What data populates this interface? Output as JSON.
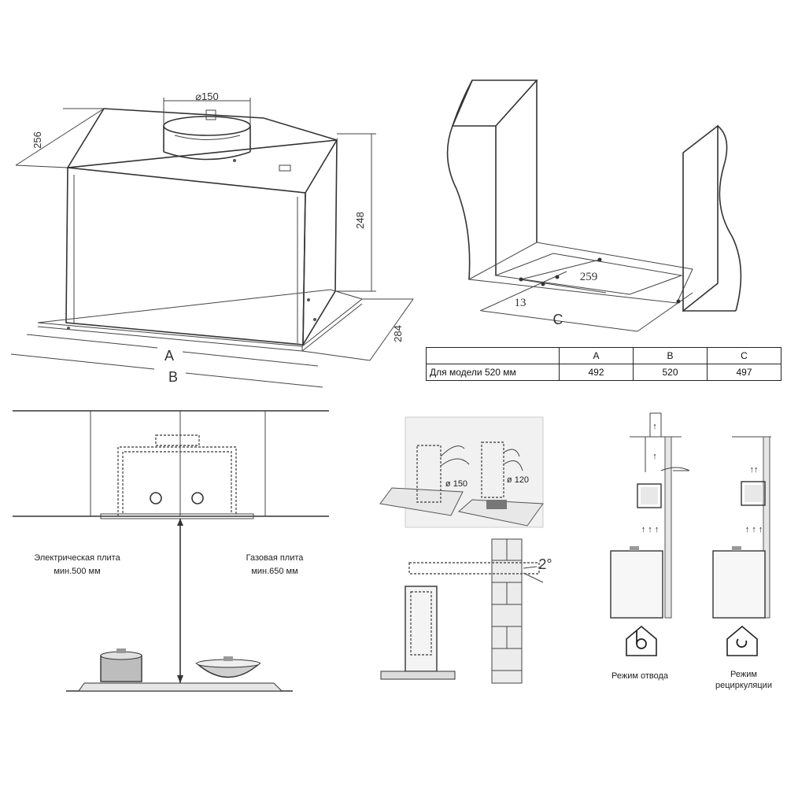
{
  "diagram_main": {
    "dim_diameter": "⌀150",
    "dim_depth_top": "256",
    "dim_height": "248",
    "dim_depth_bottom": "284",
    "label_a": "A",
    "label_b": "B"
  },
  "diagram_cabinet": {
    "dim_259": "259",
    "dim_13": "13",
    "label_c": "C"
  },
  "spec_table": {
    "headers": [
      "",
      "A",
      "B",
      "C"
    ],
    "rows": [
      [
        "Для модели 520 мм",
        "492",
        "520",
        "497"
      ]
    ]
  },
  "install_height": {
    "electric_label_1": "Электрическая плита",
    "electric_label_2": "мин.500 мм",
    "gas_label_1": "Газовая плита",
    "gas_label_2": "мин.650 мм"
  },
  "duct": {
    "dia_150": "ø 150",
    "dia_120": "ø 120",
    "angle": "2°"
  },
  "modes": {
    "exhaust_label": "Режим отвода",
    "recirc_label_1": "Режим",
    "recirc_label_2": "рециркуляции"
  }
}
